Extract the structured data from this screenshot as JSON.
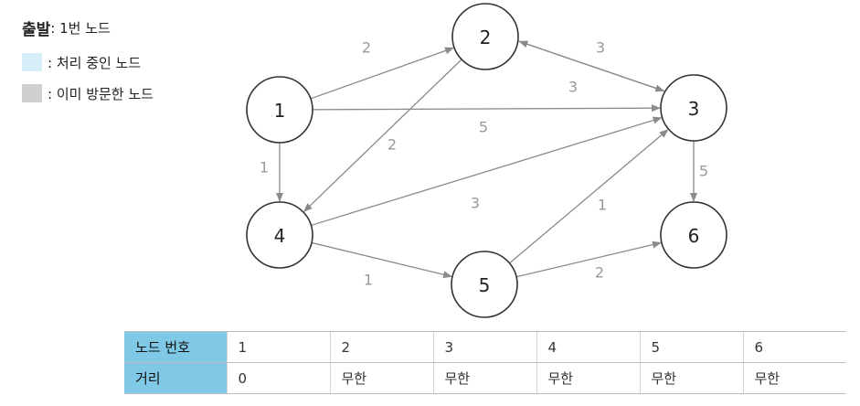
{
  "legend": {
    "start_title": "출발",
    "start_value": ": 1번 노드",
    "processing_label": " : 처리 중인 노드",
    "visited_label": " : 이미 방문한 노드",
    "processing_color": "#d6ecf7",
    "visited_color": "#cfcfcf"
  },
  "graph": {
    "nodes": [
      {
        "id": "1",
        "label": "1"
      },
      {
        "id": "2",
        "label": "2"
      },
      {
        "id": "3",
        "label": "3"
      },
      {
        "id": "4",
        "label": "4"
      },
      {
        "id": "5",
        "label": "5"
      },
      {
        "id": "6",
        "label": "6"
      }
    ],
    "edges": [
      {
        "from": "1",
        "to": "2",
        "weight": "2"
      },
      {
        "from": "1",
        "to": "3",
        "weight": "5"
      },
      {
        "from": "1",
        "to": "4",
        "weight": "1"
      },
      {
        "from": "2",
        "to": "3",
        "weight": "3"
      },
      {
        "from": "3",
        "to": "2",
        "weight": "3"
      },
      {
        "from": "2",
        "to": "4",
        "weight": "2"
      },
      {
        "from": "4",
        "to": "3",
        "weight": "3"
      },
      {
        "from": "4",
        "to": "5",
        "weight": "1"
      },
      {
        "from": "5",
        "to": "3",
        "weight": "1"
      },
      {
        "from": "5",
        "to": "6",
        "weight": "2"
      },
      {
        "from": "3",
        "to": "6",
        "weight": "5"
      }
    ]
  },
  "table": {
    "header_color": "#7fc8e6",
    "rows": [
      {
        "head": "노드 번호",
        "cells": [
          "1",
          "2",
          "3",
          "4",
          "5",
          "6"
        ]
      },
      {
        "head": "거리",
        "cells": [
          "0",
          "무한",
          "무한",
          "무한",
          "무한",
          "무한"
        ]
      }
    ]
  }
}
